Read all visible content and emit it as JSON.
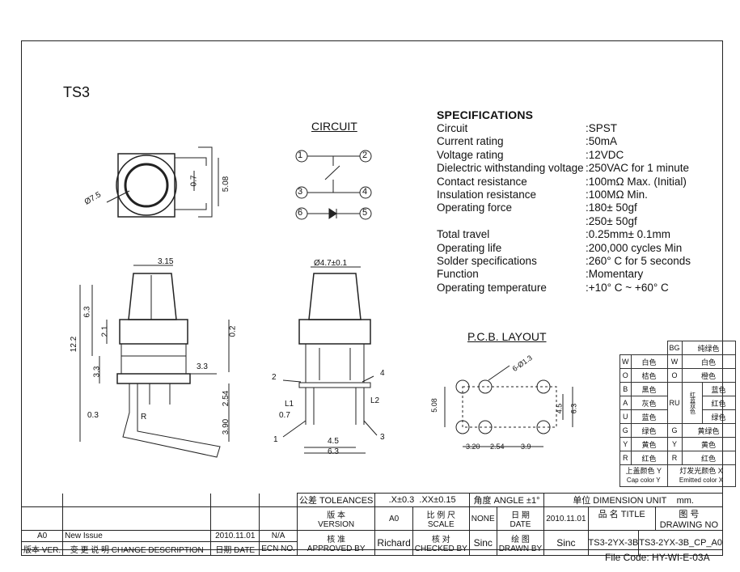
{
  "title": "TS3",
  "circuit_label": "CIRCUIT",
  "pcb_label": "P.C.B. LAYOUT",
  "circuit_pins": [
    "1",
    "2",
    "3",
    "4",
    "6",
    "5"
  ],
  "spec_heading": "SPECIFICATIONS",
  "specs": [
    {
      "label": "Circuit",
      "value": ":SPST"
    },
    {
      "label": "Current rating",
      "value": ":50mA"
    },
    {
      "label": "Voltage rating",
      "value": ":12VDC"
    },
    {
      "label": "Dielectric withstanding voltage",
      "value": ":250VAC for 1 minute"
    },
    {
      "label": "Contact resistance",
      "value": ":100mΩ  Max. (Initial)"
    },
    {
      "label": "Insulation resistance",
      "value": ":100MΩ  Min."
    },
    {
      "label": "Operating force",
      "value": ":180± 50gf"
    },
    {
      "label": "",
      "value": ":250± 50gf"
    },
    {
      "label": "Total travel",
      "value": ":0.25mm± 0.1mm"
    },
    {
      "label": "Operating life",
      "value": ":200,000 cycles Min"
    },
    {
      "label": "Solder specifications",
      "value": ":260°  C for 5 seconds"
    },
    {
      "label": "Function",
      "value": ":Momentary"
    },
    {
      "label": "Operating temperature",
      "value": ":+10°  C ~ +60°  C"
    }
  ],
  "dims": {
    "top_d": "Ø7.5",
    "top_07": "0.7",
    "top_508": "5.08",
    "side_315": "3.15",
    "side_63": "6.3",
    "side_21": "2.1",
    "side_122": "12.2",
    "side_33": "3.3",
    "side_33b": "3.3",
    "side_02": "0.2",
    "side_254": "2.54",
    "side_390": "3.90",
    "side_03": "0.3",
    "side_r": "R",
    "front_d": "Ø4.7±0.1",
    "front_l1": "L1",
    "front_l2": "L2",
    "front_07": "0.7",
    "front_45": "4.5",
    "front_63": "6.3",
    "callouts": [
      "2",
      "4",
      "1",
      "3"
    ],
    "pcb_hole": "6-Ø1.3",
    "pcb_508": "5.08",
    "pcb_45": "4.5",
    "pcb_63": "6.3",
    "pcb_320": "3.20",
    "pcb_254": "2.54",
    "pcb_39": "3.9"
  },
  "color_table": {
    "header_bg": "BG",
    "header_bg_name": "纯绿色",
    "rows": [
      {
        "c1": "W",
        "n1": "白色",
        "c2": "W",
        "n2": "白色"
      },
      {
        "c1": "O",
        "n1": "桔色",
        "c2": "O",
        "n2": "橙色"
      },
      {
        "c1": "B",
        "n1": "黑色",
        "c2": "RU",
        "n2": "蓝色"
      },
      {
        "c1": "A",
        "n1": "灰色",
        "c2": "",
        "n2": "红色"
      },
      {
        "c1": "U",
        "n1": "蓝色",
        "c2": "",
        "n2": "绿色"
      },
      {
        "c1": "G",
        "n1": "绿色",
        "c2": "G",
        "n2": "黄绿色"
      },
      {
        "c1": "Y",
        "n1": "黄色",
        "c2": "Y",
        "n2": "黄色"
      },
      {
        "c1": "R",
        "n1": "红色",
        "c2": "R",
        "n2": "红色"
      }
    ],
    "ru_side": "红蓝双色",
    "foot_left": "上盖颜色  Y",
    "foot_left_en": "Cap color Y",
    "foot_right": "灯发光颜色  X",
    "foot_right_en": "Emitted color X"
  },
  "title_block": {
    "tol": "公差 TOLEANCES",
    "tol1": ".X±0.3",
    "tol2": ".XX±0.15",
    "angle": "角度 ANGLE ±1°",
    "unit": "单位  DIMENSION UNIT",
    "unit_val": "mm.",
    "ver_cn": "版  本",
    "ver_en": "VERSION",
    "ver_val": "A0",
    "scale_cn": "比 例 尺",
    "scale_en": "SCALE",
    "scale_val": "NONE",
    "date_cn": "日  期",
    "date_en": "DATE",
    "date_val": "2010.11.01",
    "name_cn": "品  名",
    "name_en": "TITLE",
    "name_val": "TS3-2YX-3B",
    "dwg_cn": "图  号",
    "dwg_en": "DRAWING NO",
    "dwg_val": "TS3-2YX-3B_CP_A0",
    "appr_cn": "核  准",
    "appr_en": "APPROVED BY",
    "appr_val": "Richard",
    "chk_cn": "核  对",
    "chk_en": "CHECKED BY",
    "chk_val": "Sinc",
    "drw_cn": "绘  图",
    "drw_en": "DRAWN BY",
    "drw_val": "Sinc",
    "rev_ver": "A0",
    "rev_desc": "New Issue",
    "rev_date": "2010.11.01",
    "rev_ecn": "N/A",
    "h_ver": "版本 VER.",
    "h_desc": "变 更 说 明   CHANGE DESCRIPTION",
    "h_date": "日期 DATE",
    "h_ecn": "ECN NO."
  },
  "file_code": "File Code: HY-WI-E-03A"
}
